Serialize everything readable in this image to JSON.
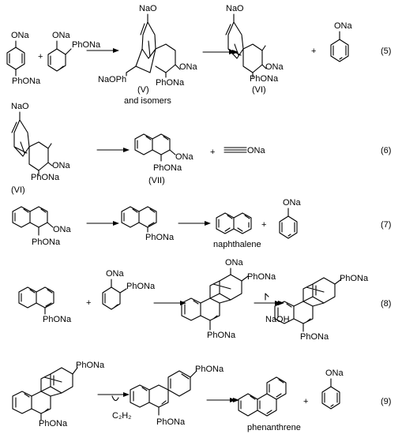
{
  "labels": {
    "ona": "ONa",
    "naO": "NaO",
    "phona": "PhONa",
    "naoph": "NaOPh",
    "plus": "+",
    "compound_V": "(V)",
    "and_isomers": "and isomers",
    "compound_VI": "(VI)",
    "compound_VII": "(VII)",
    "naphthalene": "naphthalene",
    "phenanthrene": "phenanthrene",
    "naoh": "NaOH",
    "acetylene": "C₂H₂"
  },
  "equations": [
    "(5)",
    "(6)",
    "(7)",
    "(8)",
    "(9)"
  ]
}
